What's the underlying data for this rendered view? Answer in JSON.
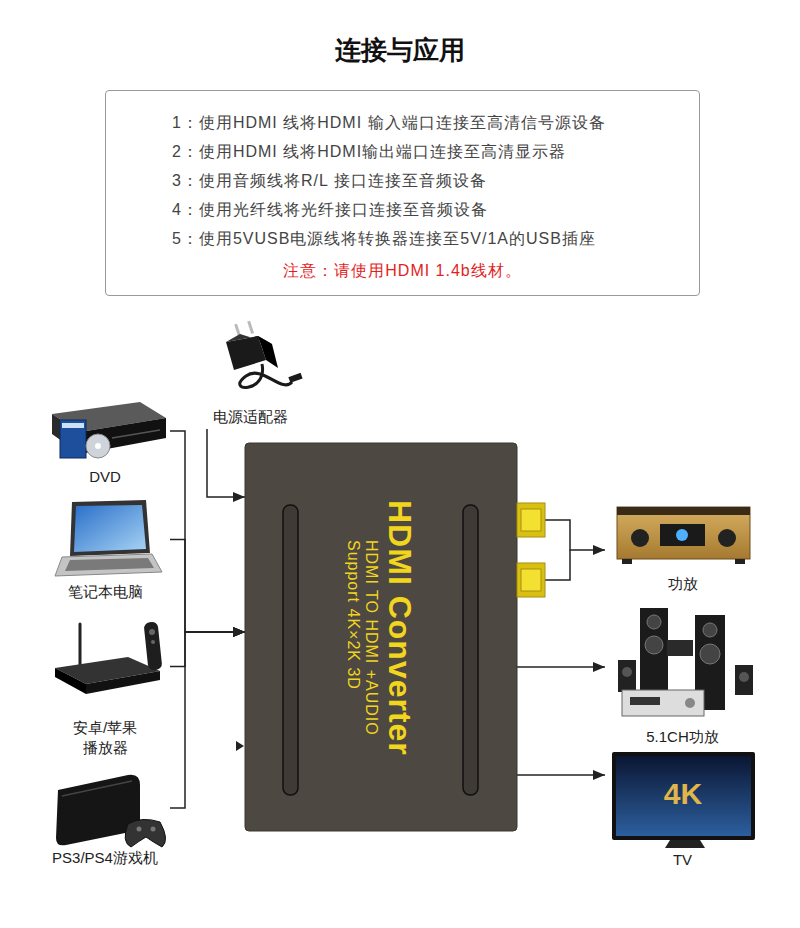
{
  "diagram": {
    "title": "连接与应用",
    "nodes": [
      {
        "text": [
          "1：使用HDMI 线将HDMI 输入端口连接至高清信号源设备",
          "2：使用HDMI 线将HDMI输出端口连接至高清显示器",
          "3：使用音频线将R/L 接口连接至音频设备",
          "4：使用光纤线将光纤接口连接至音频设备",
          "5：使用5VUSB电源线将转换器连接至5V/1A的USB插座",
          "注意：请使用HDMI 1.4b线材。"
        ]
      },
      {
        "text": [
          "电源适配器"
        ]
      },
      {
        "text": [
          "DVD"
        ]
      },
      {
        "text": [
          "笔记本电脑"
        ]
      },
      {
        "text": [
          "安卓/苹果 播放器"
        ]
      },
      {
        "text": [
          "PS3/PS4游戏机"
        ]
      },
      {
        "text": [
          "HDMI Converter",
          "HDMI TO HDMI +AUDIO",
          "Support 4K×2K 3D"
        ]
      },
      {
        "text": [
          "功放"
        ]
      },
      {
        "text": [
          "5.1CH功放"
        ]
      },
      {
        "text": [
          "TV"
        ]
      }
    ],
    "edges": [
      {
        "from": 1,
        "to": 6,
        "arrow": "to"
      },
      {
        "from": 2,
        "to": 6,
        "arrow": "to"
      },
      {
        "from": 3,
        "to": 6,
        "arrow": "to"
      },
      {
        "from": 4,
        "to": 6,
        "arrow": "to"
      },
      {
        "from": 5,
        "to": 6,
        "arrow": "to"
      },
      {
        "from": 6,
        "to": 7,
        "arrow": "to"
      },
      {
        "from": 6,
        "to": 8,
        "arrow": "to"
      },
      {
        "from": 6,
        "to": 9,
        "arrow": "to"
      }
    ],
    "labels": [
      "4K"
    ]
  }
}
